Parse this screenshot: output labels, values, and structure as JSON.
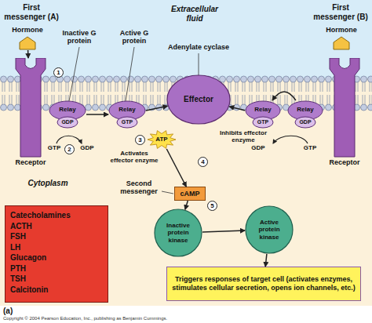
{
  "diagram": {
    "nodes": [
      {
        "text": [
          "Hormone"
        ]
      },
      {
        "text": [
          "Receptor"
        ]
      },
      {
        "text": [
          "Relay",
          "GDP"
        ]
      },
      {
        "text": [
          "Relay",
          "GTP"
        ]
      },
      {
        "text": [
          "Effector"
        ]
      },
      {
        "text": [
          "Hormone"
        ]
      },
      {
        "text": [
          "Receptor"
        ]
      },
      {
        "text": [
          "Relay",
          "GTP"
        ]
      },
      {
        "text": [
          "Relay",
          "GDP"
        ]
      },
      {
        "text": [
          "ATP"
        ]
      },
      {
        "text": [
          "cAMP"
        ]
      },
      {
        "text": [
          "Inactive protein kinase"
        ]
      },
      {
        "text": [
          "Active protein kinase"
        ]
      },
      {
        "text": [
          "Triggers responses of target cell (activates enzymes, stimulates cellular secretion, opens ion channels, etc.)"
        ]
      },
      {
        "text": [
          "Catecholamines",
          "ACTH",
          "FSH",
          "LH",
          "Glucagon",
          "PTH",
          "TSH",
          "Calcitonin"
        ]
      }
    ],
    "edges": [
      {
        "from": 0,
        "to": 1,
        "arrow": "to"
      },
      {
        "from": 2,
        "to": 3,
        "arrow": "to"
      },
      {
        "from": 3,
        "to": 4,
        "label": "Activates effector enzyme",
        "arrow": "to"
      },
      {
        "from": 7,
        "to": 4,
        "label": "Inhibits effector enzyme",
        "arrow": "to"
      },
      {
        "from": 8,
        "to": 7,
        "arrow": "to"
      },
      {
        "from": 9,
        "to": 10,
        "arrow": "to"
      },
      {
        "from": 10,
        "to": 11,
        "arrow": "to"
      },
      {
        "from": 11,
        "to": 12,
        "arrow": "to"
      },
      {
        "from": 12,
        "to": 13,
        "arrow": "to"
      }
    ],
    "labels": [
      "First messenger (A)",
      "Inactive G protein",
      "Active G protein",
      "Extracellular fluid",
      "Adenylate cyclase",
      "First messenger (B)",
      "1",
      "GTP",
      "2",
      "GDP",
      "3",
      "4",
      "GDP",
      "GTP",
      "Second messenger",
      "5",
      "Cytoplasm",
      "(a)",
      "Copyright © 2004 Pearson Education, Inc., publishing as Benjamin Cummings."
    ]
  }
}
